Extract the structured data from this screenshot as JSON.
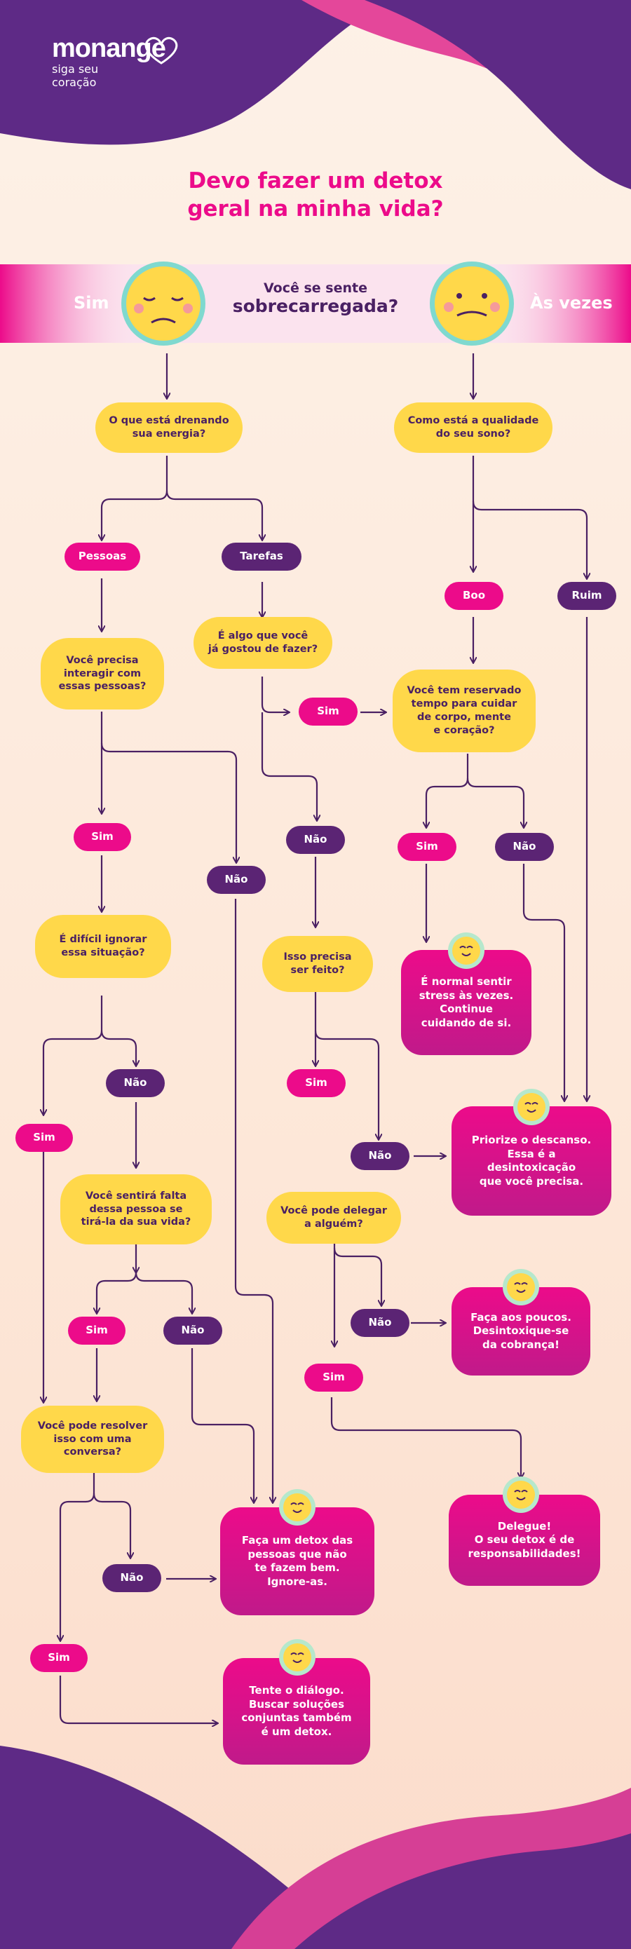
{
  "logo": {
    "brand": "monange",
    "tagline_1": "siga seu",
    "tagline_2": "coração"
  },
  "title": {
    "line1": "Devo fazer um detox",
    "line2": "geral na minha vida?"
  },
  "banner": {
    "left": "Sim",
    "right": "Às vezes",
    "question_1": "Você se sente",
    "question_2": "sobrecarregada?"
  },
  "colors": {
    "pink": "#ec0b8a",
    "purple": "#5b2474",
    "yellow": "#ffd84a",
    "dark_text": "#4a2063"
  },
  "nodes": {
    "q_energia": "O que está drenando\nsua energia?",
    "q_sono": "Como está a qualidade\ndo seu sono?",
    "pessoas": "Pessoas",
    "tarefas": "Tarefas",
    "boo": "Boo",
    "ruim": "Ruim",
    "q_interagir": "Você precisa\ninteragir com\nessas pessoas?",
    "q_gostou": "É algo que você\njá gostou de fazer?",
    "sim_gostou": "Sim",
    "q_tempo": "Você tem reservado\ntempo para cuidar\nde corpo, mente\ne coração?",
    "sim_interagir": "Sim",
    "nao_interagir": "Não",
    "nao_gostou": "Não",
    "sim_tempo": "Sim",
    "nao_tempo": "Não",
    "q_ignorar": "É difícil ignorar\nessa situação?",
    "q_feito": "Isso precisa\nser feito?",
    "r_normal": "É normal sentir\nstress às vezes.\nContinue\ncuidando de si.",
    "nao_ignorar": "Não",
    "sim_feito": "Sim",
    "sim_ignorar": "Sim",
    "nao_feito": "Não",
    "r_descanso": "Priorize o descanso.\nEssa é a\ndesintoxicação\nque você precisa.",
    "q_falta": "Você sentirá falta\ndessa pessoa se\ntirá-la da sua vida?",
    "q_delegar": "Você pode delegar\na alguém?",
    "nao_delegar": "Não",
    "r_poucos": "Faça aos poucos.\nDesintoxique-se\nda cobrança!",
    "sim_falta": "Sim",
    "nao_falta": "Não",
    "sim_delegar": "Sim",
    "q_resolver": "Você pode resolver\nisso com uma\nconversa?",
    "r_delegue": "Delegue!\nO seu detox é de\nresponsabilidades!",
    "r_detox": "Faça um detox das\npessoas que não\nte fazem bem.\nIgnore-as.",
    "nao_resolver": "Não",
    "sim_resolver": "Sim",
    "r_dialogo": "Tente o diálogo.\nBuscar soluções\nconjuntas também\né um detox."
  }
}
